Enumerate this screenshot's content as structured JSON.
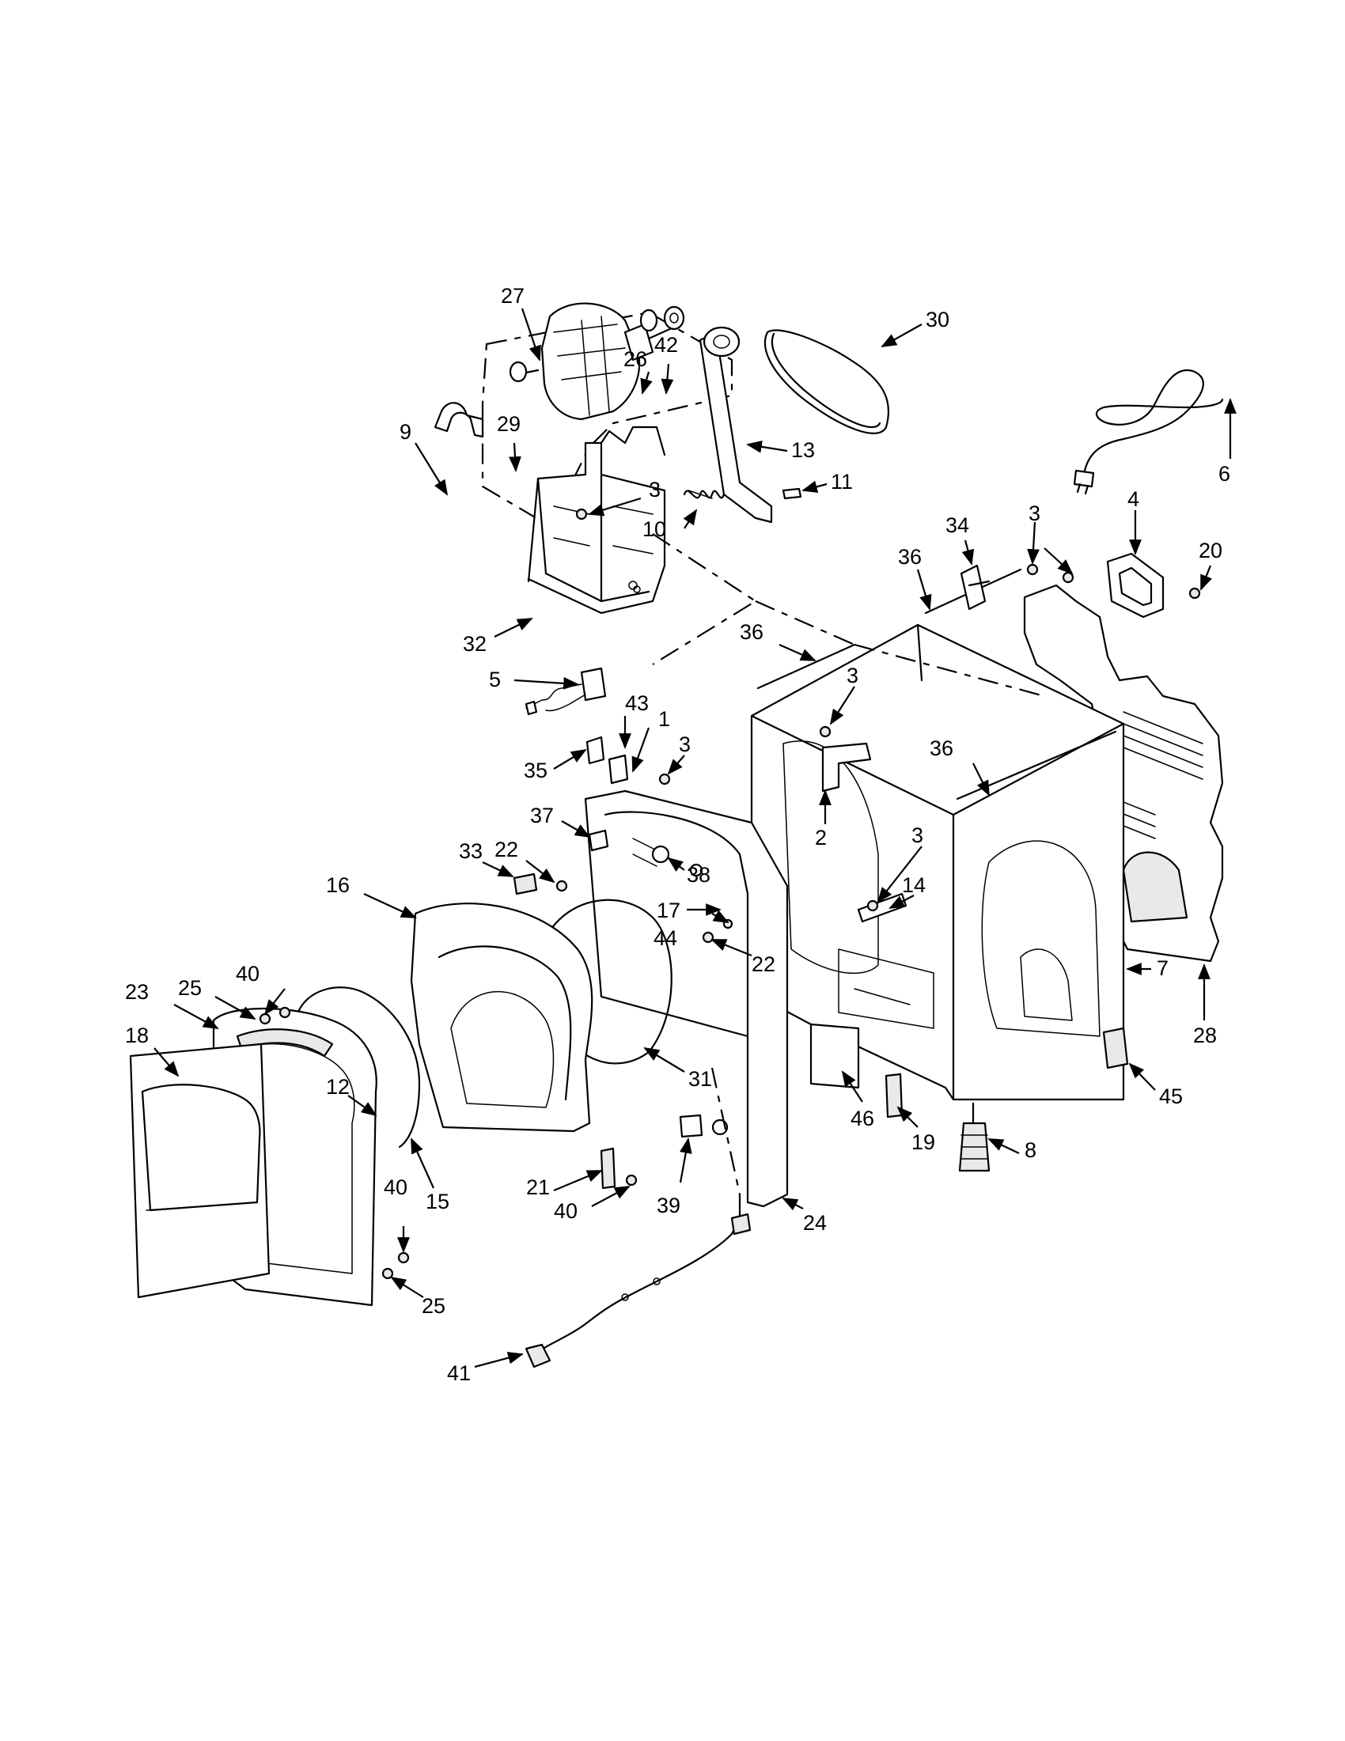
{
  "callouts": [
    "1",
    "2",
    "3",
    "4",
    "5",
    "6",
    "7",
    "8",
    "9",
    "10",
    "11",
    "12",
    "13",
    "14",
    "15",
    "16",
    "17",
    "18",
    "19",
    "20",
    "21",
    "22",
    "23",
    "24",
    "25",
    "26",
    "27",
    "28",
    "29",
    "30",
    "31",
    "32",
    "33",
    "34",
    "35",
    "36",
    "37",
    "38",
    "39",
    "40",
    "41",
    "42",
    "43",
    "44",
    "45",
    "46"
  ]
}
